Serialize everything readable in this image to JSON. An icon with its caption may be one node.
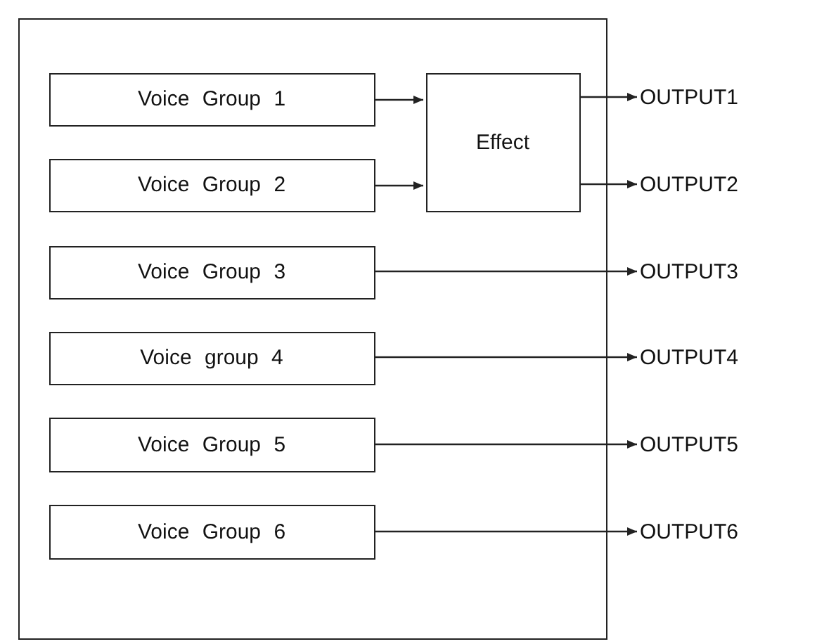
{
  "diagram": {
    "nodes": [
      {
        "text": [],
        "shape": "box"
      },
      {
        "text": [
          "Voice Group 1"
        ],
        "in": 0
      },
      {
        "text": [
          "Voice Group 2"
        ],
        "in": 0
      },
      {
        "text": [
          "Voice Group 3"
        ],
        "in": 0
      },
      {
        "text": [
          "Voice group 4"
        ],
        "in": 0
      },
      {
        "text": [
          "Voice Group 5"
        ],
        "in": 0
      },
      {
        "text": [
          "Voice Group 6"
        ],
        "in": 0
      },
      {
        "text": [
          "Effect"
        ],
        "in": 0
      },
      {
        "text": [
          "OUTPUT1"
        ]
      },
      {
        "text": [
          "OUTPUT2"
        ]
      },
      {
        "text": [
          "OUTPUT3"
        ]
      },
      {
        "text": [
          "OUTPUT4"
        ]
      },
      {
        "text": [
          "OUTPUT5"
        ]
      },
      {
        "text": [
          "OUTPUT6"
        ]
      }
    ],
    "edges": [
      {
        "from": 1,
        "to": 7,
        "arrow": "to"
      },
      {
        "from": 2,
        "to": 7,
        "arrow": "to"
      },
      {
        "from": 7,
        "to": 8,
        "arrow": "to"
      },
      {
        "from": 7,
        "to": 9,
        "arrow": "to"
      },
      {
        "from": 3,
        "to": 10,
        "arrow": "to"
      },
      {
        "from": 4,
        "to": 11,
        "arrow": "to"
      },
      {
        "from": 5,
        "to": 12,
        "arrow": "to"
      },
      {
        "from": 6,
        "to": 13,
        "arrow": "to"
      }
    ]
  }
}
